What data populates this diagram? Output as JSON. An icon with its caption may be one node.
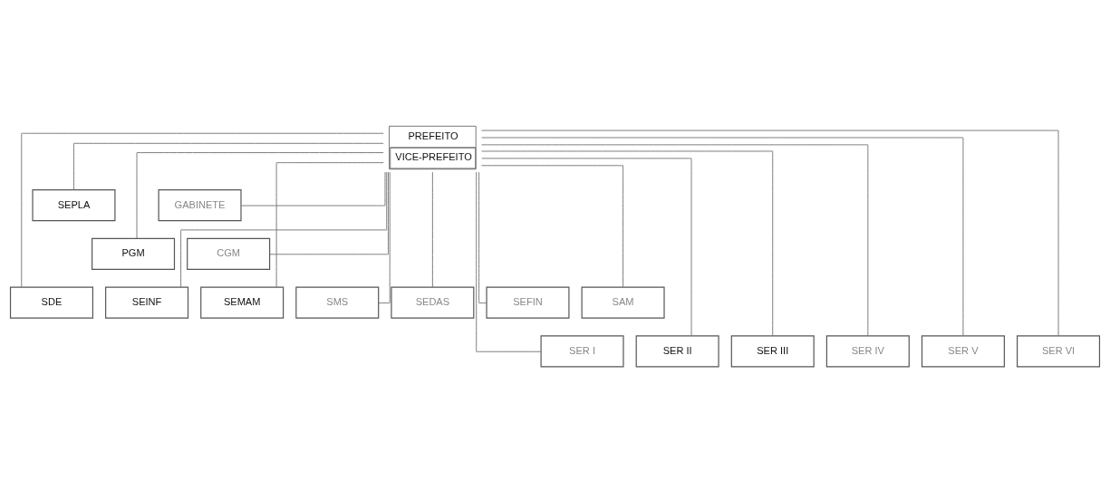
{
  "diagram": {
    "nodes": [
      {
        "text": [
          "PREFEITO",
          "VICE-PREFEITO"
        ]
      },
      {
        "text": [
          "SEPLA"
        ]
      },
      {
        "text": [
          "PGM"
        ]
      },
      {
        "text": [
          "GABINETE"
        ]
      },
      {
        "text": [
          "CGM"
        ]
      },
      {
        "text": [
          "SDE"
        ]
      },
      {
        "text": [
          "SEINF"
        ]
      },
      {
        "text": [
          "SEMAM"
        ]
      },
      {
        "text": [
          "SMS"
        ]
      },
      {
        "text": [
          "SEDAS"
        ]
      },
      {
        "text": [
          "SEFIN"
        ]
      },
      {
        "text": [
          "SAM"
        ]
      },
      {
        "text": [
          "SER I"
        ]
      },
      {
        "text": [
          "SER II"
        ]
      },
      {
        "text": [
          "SER III"
        ]
      },
      {
        "text": [
          "SER IV"
        ]
      },
      {
        "text": [
          "SER V"
        ]
      },
      {
        "text": [
          "SER VI"
        ]
      }
    ],
    "edges": [
      {
        "from": 0,
        "to": 1,
        "arrow": "none"
      },
      {
        "from": 0,
        "to": 2,
        "arrow": "none"
      },
      {
        "from": 0,
        "to": 3,
        "arrow": "none"
      },
      {
        "from": 0,
        "to": 4,
        "arrow": "none"
      },
      {
        "from": 0,
        "to": 5,
        "arrow": "none"
      },
      {
        "from": 0,
        "to": 6,
        "arrow": "none"
      },
      {
        "from": 0,
        "to": 7,
        "arrow": "none"
      },
      {
        "from": 0,
        "to": 8,
        "arrow": "none"
      },
      {
        "from": 0,
        "to": 9,
        "arrow": "none"
      },
      {
        "from": 0,
        "to": 10,
        "arrow": "none"
      },
      {
        "from": 0,
        "to": 11,
        "arrow": "none"
      },
      {
        "from": 0,
        "to": 12,
        "arrow": "none"
      },
      {
        "from": 0,
        "to": 13,
        "arrow": "none"
      },
      {
        "from": 0,
        "to": 14,
        "arrow": "none"
      },
      {
        "from": 0,
        "to": 15,
        "arrow": "none"
      },
      {
        "from": 0,
        "to": 16,
        "arrow": "none"
      },
      {
        "from": 0,
        "to": 17,
        "arrow": "none"
      }
    ]
  }
}
